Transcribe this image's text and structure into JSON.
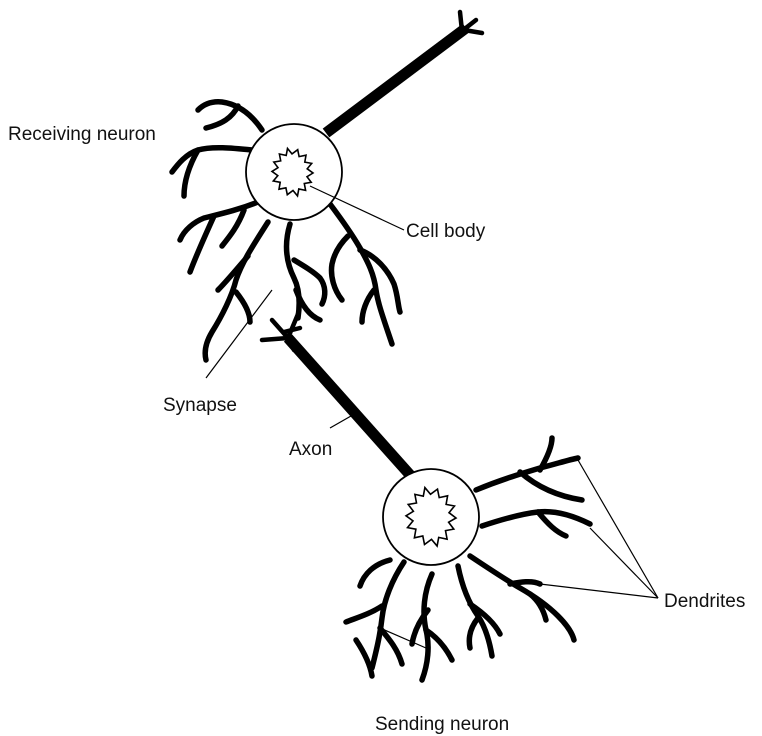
{
  "labels": {
    "receiving_neuron": "Receiving neuron",
    "cell_body": "Cell body",
    "synapse": "Synapse",
    "axon": "Axon",
    "dendrites": "Dendrites",
    "sending_neuron": "Sending neuron"
  }
}
